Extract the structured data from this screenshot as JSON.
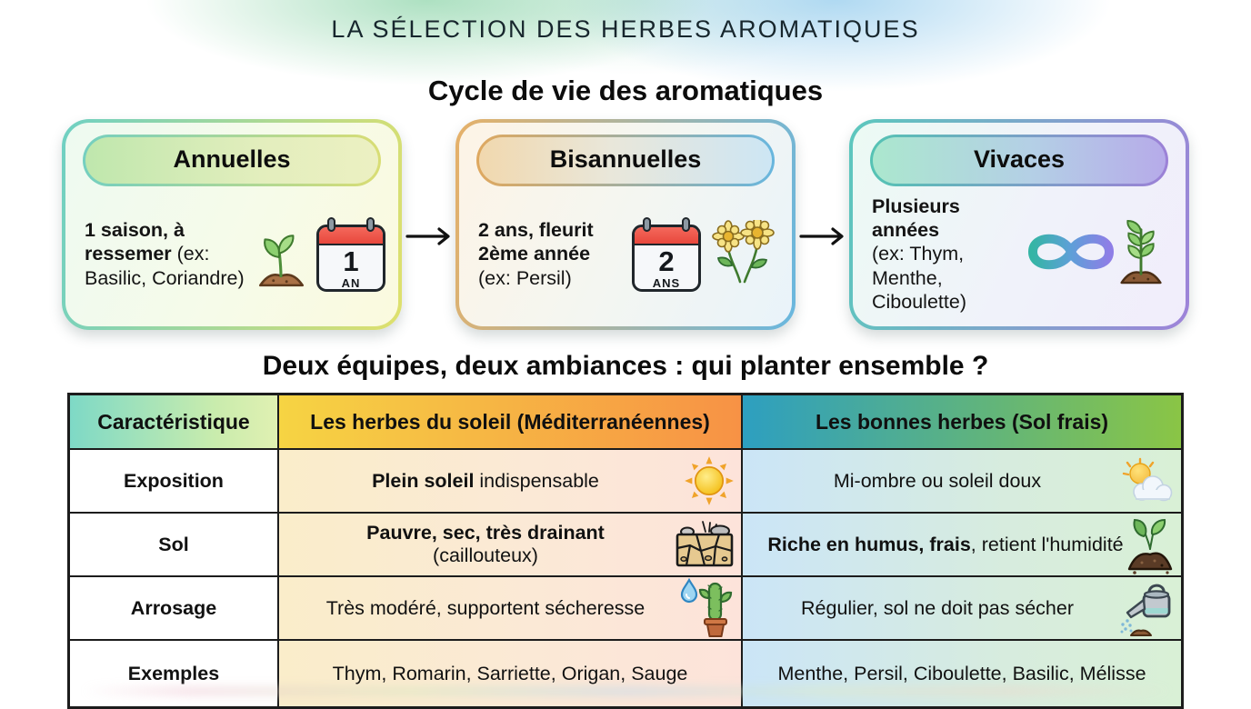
{
  "header": {
    "title": "LA SÉLECTION DES HERBES AROMATIQUES"
  },
  "sections": {
    "cycle": {
      "title": "Cycle de vie des aromatiques"
    },
    "pairing": {
      "title": "Deux équipes, deux ambiances : qui planter ensemble ?"
    }
  },
  "cards": [
    {
      "title": "Annuelles",
      "text_bold": "1 saison, à ressemer",
      "text_rest": " (ex: Basilic, Coriandre)",
      "calendar": {
        "number": "1",
        "unit": "AN"
      },
      "icons": [
        "seedling-icon",
        "calendar-icon"
      ]
    },
    {
      "title": "Bisannuelles",
      "text_bold": "2 ans, fleurit 2ème année",
      "text_rest": " (ex: Persil)",
      "calendar": {
        "number": "2",
        "unit": "ANS"
      },
      "icons": [
        "calendar-icon",
        "flowers-icon"
      ]
    },
    {
      "title": "Vivaces",
      "text_bold": "Plusieurs années",
      "text_rest": " (ex: Thym, Menthe, Ciboulette)",
      "icons": [
        "infinity-icon",
        "plant-icon"
      ]
    }
  ],
  "table": {
    "headers": [
      "Caractéristique",
      "Les herbes du soleil (Méditerranéennes)",
      "Les bonnes herbes (Sol frais)"
    ],
    "rows": [
      {
        "label": "Exposition",
        "sun": {
          "bold": "Plein soleil",
          "rest": " indispensable",
          "icon": "sun-icon"
        },
        "fresh": {
          "bold": "",
          "rest": "Mi-ombre ou soleil doux",
          "icon": "sun-cloud-icon"
        }
      },
      {
        "label": "Sol",
        "sun": {
          "bold": "Pauvre, sec, très drainant",
          "rest": "(caillouteux)",
          "icon": "cracked-soil-icon"
        },
        "fresh": {
          "bold": "Riche en humus, frais",
          "rest": ", retient l'humidité",
          "icon": "humus-icon"
        }
      },
      {
        "label": "Arrosage",
        "sun": {
          "bold": "",
          "rest": "Très modéré, supportent sécheresse",
          "icon": "drop-cactus-icon"
        },
        "fresh": {
          "bold": "",
          "rest": "Régulier, sol ne doit pas sécher",
          "icon": "watering-can-icon"
        }
      },
      {
        "label": "Exemples",
        "sun": {
          "bold": "",
          "rest": "Thym, Romarin, Sarriette, Origan, Sauge",
          "icon": ""
        },
        "fresh": {
          "bold": "",
          "rest": "Menthe, Persil, Ciboulette, Basilic, Mélisse",
          "icon": ""
        }
      }
    ]
  },
  "colors": {
    "sun_header_start": "#f6d443",
    "sun_header_end": "#f79245",
    "fresh_header_start": "#2d9fc0",
    "fresh_header_end": "#8ac545",
    "carac_header_start": "#7ed9c6",
    "carac_header_end": "#e0f0b2",
    "card_annuelles_border": "#6fd0c3",
    "card_bisannuelles_border": "#e6b169",
    "card_vivaces_border": "#9e83d9",
    "calendar_red": "#e8473c",
    "sun_cell_tint": "#faedca",
    "fresh_cell_tint": "#cbe5f7"
  }
}
